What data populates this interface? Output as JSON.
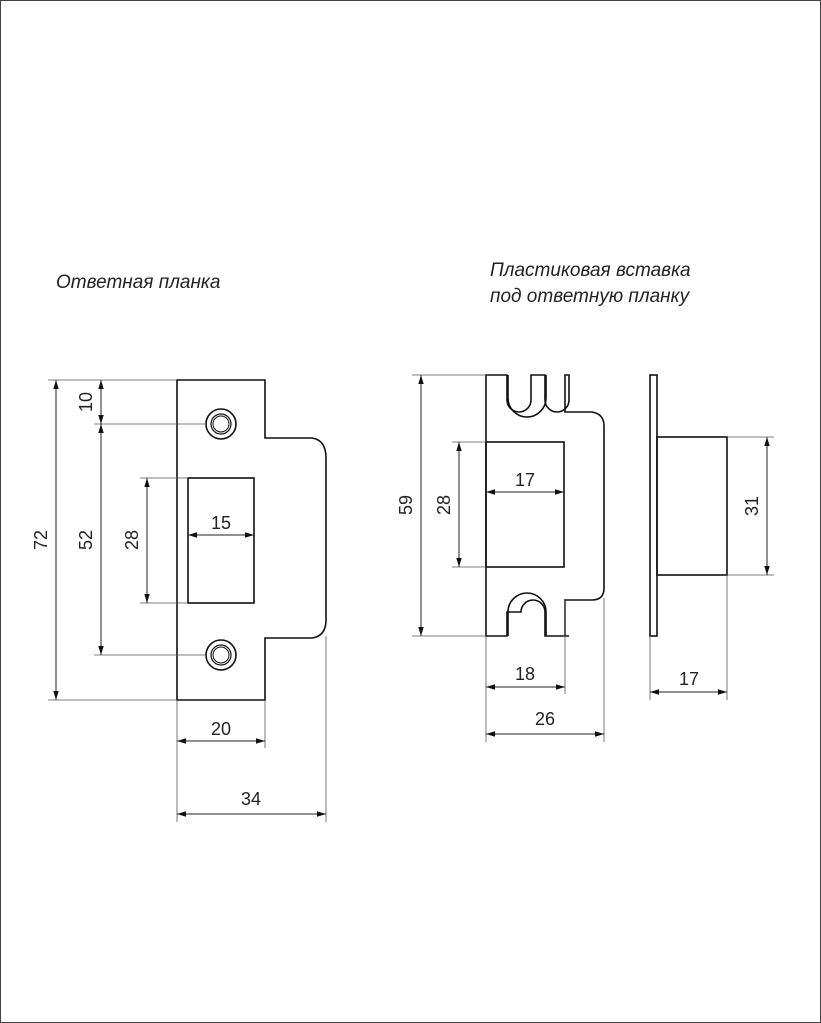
{
  "titles": {
    "strike_plate": "Ответная планка",
    "plastic_insert_line1": "Пластиковая вставка",
    "plastic_insert_line2": "под ответную планку"
  },
  "dimensions": {
    "strike_height": "72",
    "hole_offset": "10",
    "hole_spacing": "52",
    "window_height": "28",
    "window_width": "15",
    "plate_width": "20",
    "overall_width": "34",
    "insert_height": "59",
    "insert_window_height": "28",
    "insert_window_width": "17",
    "insert_width": "18",
    "insert_overall_width": "26",
    "insert_depth_height": "31",
    "insert_depth": "17"
  }
}
